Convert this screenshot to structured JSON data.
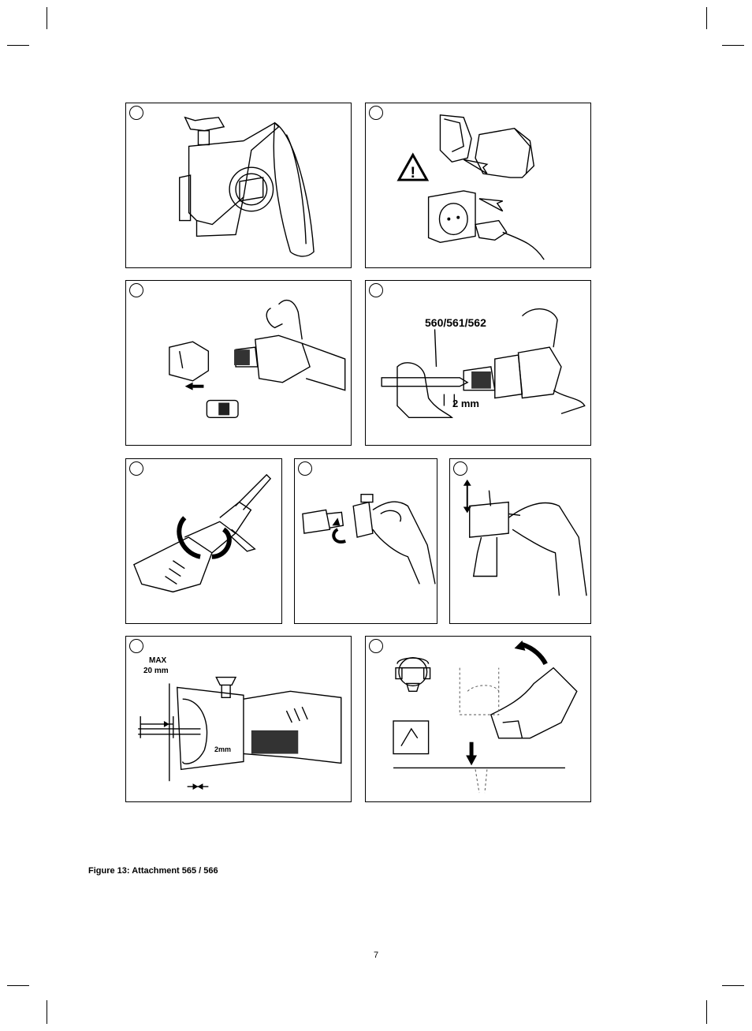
{
  "figure": {
    "caption": "Figure 13: Attachment 565 / 566",
    "page_number": "7"
  },
  "panels": {
    "p4": {
      "label_model": "560/561/562",
      "label_gap": "2 mm"
    },
    "p8": {
      "label_max": "MAX",
      "label_max_value": "20 mm",
      "label_gap": "2mm"
    }
  },
  "icons": {
    "warning": "warning-triangle-icon",
    "arrow": "arrow-icon"
  }
}
